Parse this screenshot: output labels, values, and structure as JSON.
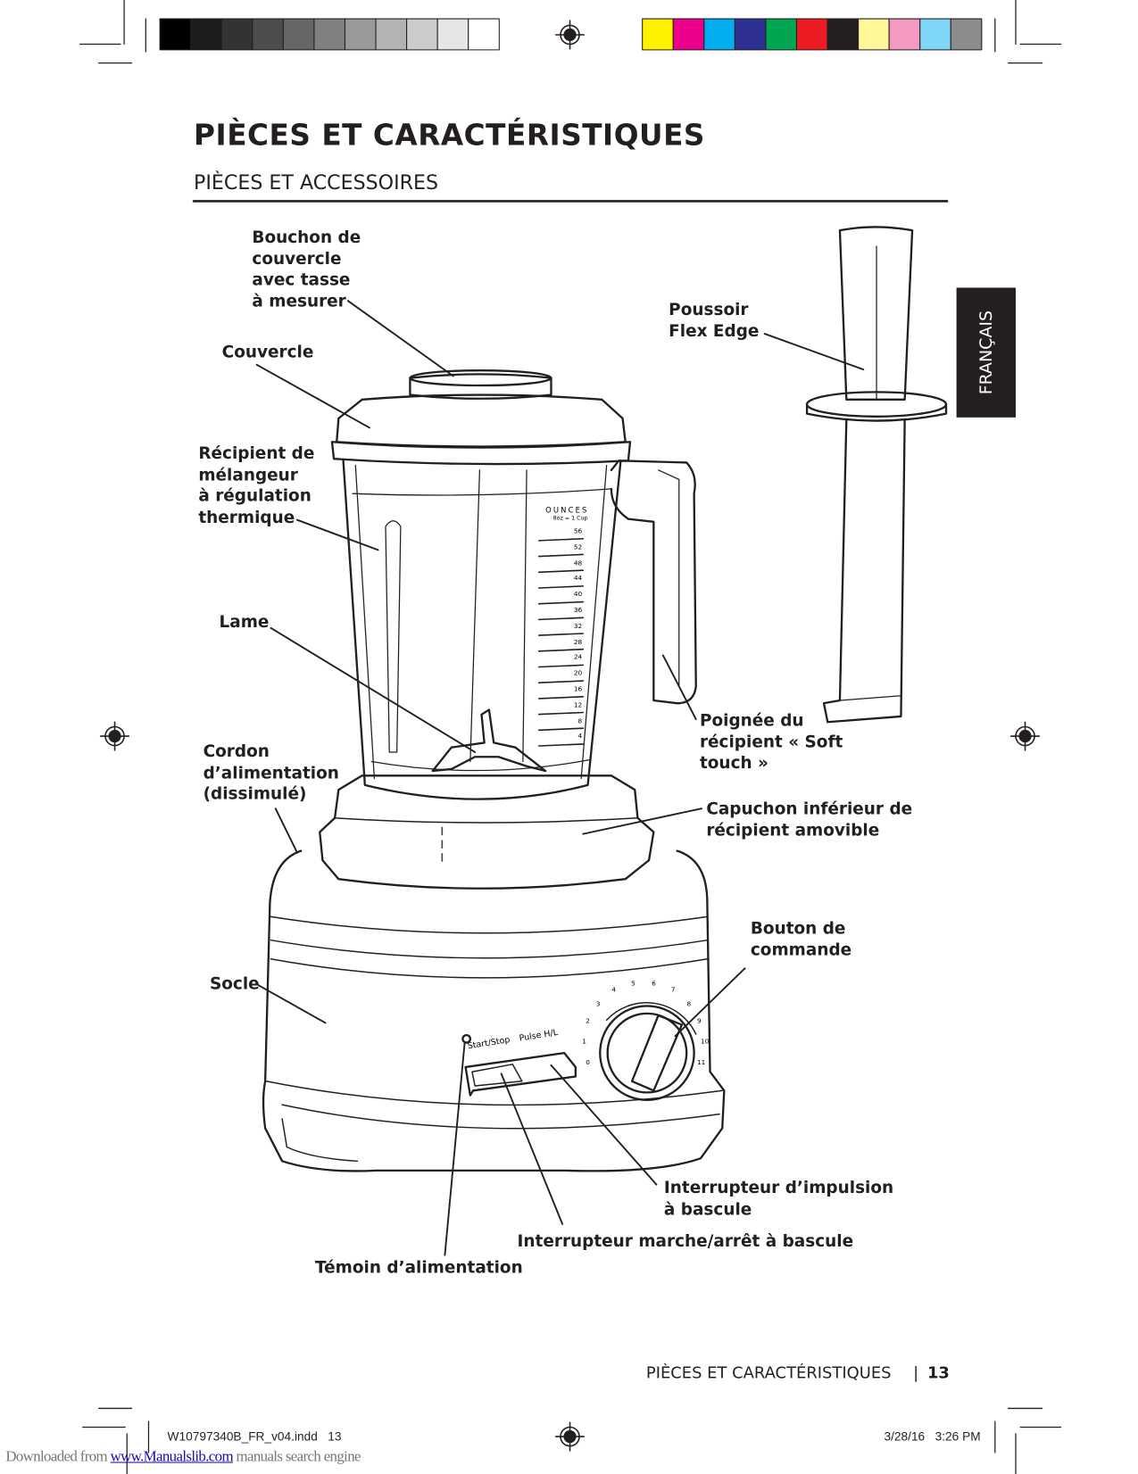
{
  "header": {
    "title": "PIÈCES ET CARACTÉRISTIQUES",
    "subtitle": "PIÈCES ET ACCESSOIRES"
  },
  "side_tab": "FRANÇAIS",
  "print_marks": {
    "gray_swatches": [
      "#000000",
      "#1c1c1c",
      "#333333",
      "#4d4d4d",
      "#666666",
      "#808080",
      "#999999",
      "#b3b3b3",
      "#cccccc",
      "#e6e6e6",
      "#ffffff"
    ],
    "color_swatches": [
      "#fff200",
      "#ec008c",
      "#00aeef",
      "#2e3192",
      "#00a651",
      "#ed1c24",
      "#231f20",
      "#fff799",
      "#f49ac1",
      "#7fd6f7",
      "#8c8c8c"
    ]
  },
  "labels": {
    "lid_plug": "Bouchon de\ncouvercle\navec tasse\nà mesurer",
    "lid": "Couvercle",
    "jar": "Récipient de\nmélangeur\nà régulation\nthermique",
    "blade": "Lame",
    "cord": "Cordon\nd’alimentation\n(dissimulé)",
    "base": "Socle",
    "tamper": "Poussoir\nFlex Edge",
    "handle": "Poignée du\nrécipient « Soft\ntouch »",
    "jar_cap": "Capuchon inférieur de\nrécipient amovible",
    "dial": "Bouton de\ncommande",
    "pulse_switch": "Interrupteur d’impulsion\nà bascule",
    "start_switch": "Interrupteur marche/arrêt à bascule",
    "power_light": "Témoin d’alimentation"
  },
  "jar_markings": {
    "unit": "OUNCES",
    "note": "8oz = 1 Cup",
    "ticks": [
      "56",
      "52",
      "48",
      "44",
      "40",
      "36",
      "32",
      "28",
      "24",
      "20",
      "16",
      "12",
      "8",
      "4"
    ]
  },
  "control_panel": {
    "start_label": "Start/Stop",
    "pulse_label": "Pulse H/L",
    "dial_numbers": [
      "0",
      "1",
      "2",
      "3",
      "4",
      "5",
      "6",
      "7",
      "8",
      "9",
      "10",
      "11"
    ]
  },
  "footer": {
    "section": "PIÈCES ET CARACTÉRISTIQUES",
    "separator": "|",
    "page": "13",
    "file": "W10797340B_FR_v04.indd   13",
    "date": "3/28/16   3:26 PM"
  },
  "download": {
    "prefix": "Downloaded from ",
    "link": "www.Manualslib.com",
    "suffix": " manuals search engine"
  }
}
